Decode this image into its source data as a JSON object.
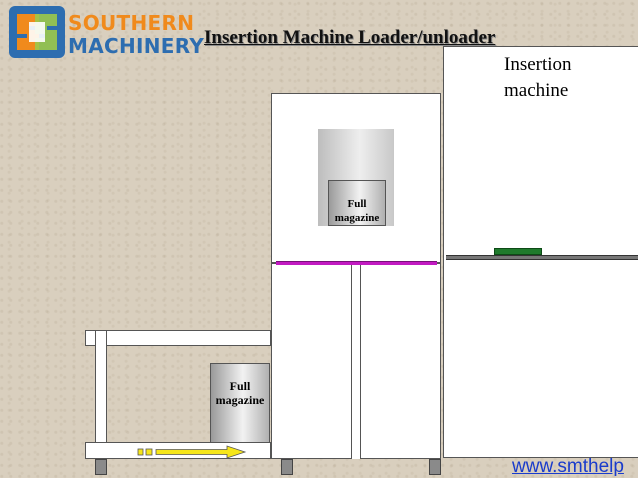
{
  "logo": {
    "line1": "SOUTHERN",
    "line2": "MACHINERY"
  },
  "title": "Insertion Machine Loader/unloader",
  "machine": {
    "label_line1": "Insertion",
    "label_line2": "machine"
  },
  "magazines": {
    "top_line1": "Full",
    "top_line2": "magazine",
    "bottom_line1": "Full",
    "bottom_line2": "magazine"
  },
  "footer": {
    "url": "www.smthelp"
  },
  "colors": {
    "elevator": "#c21ac2",
    "pcb": "#1f7a2c",
    "arrow": "#f6e619",
    "link": "#1a3ccc"
  }
}
